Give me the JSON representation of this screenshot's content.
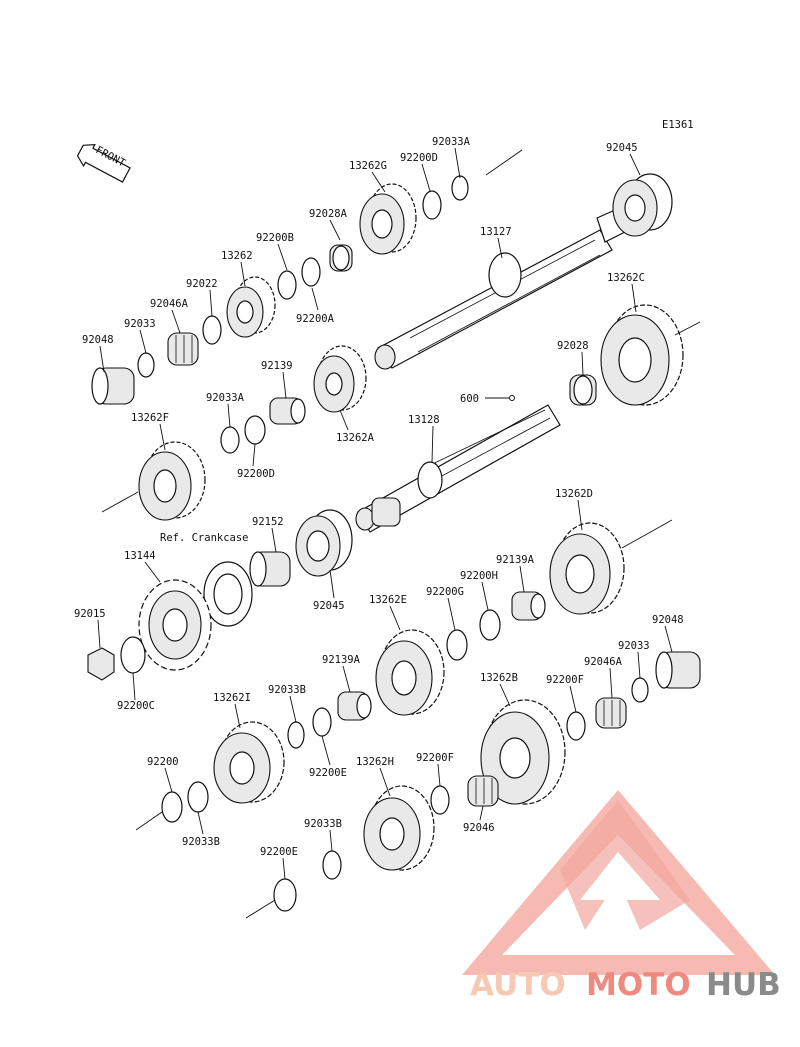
{
  "diagram_code": "E1361",
  "front_label": "FRONT",
  "ref_note": "Ref. Crankcase",
  "parts": {
    "p92033A_top": "92033A",
    "p92045_top": "92045",
    "p13262G": "13262G",
    "p92200D_top": "92200D",
    "p92028A": "92028A",
    "p13127": "13127",
    "p92200B": "92200B",
    "p13262": "13262",
    "p92022": "92022",
    "p13262C": "13262C",
    "p92046A_top": "92046A",
    "p92200A": "92200A",
    "p92033_top": "92033",
    "p92048_top": "92048",
    "p92028": "92028",
    "p92139": "92139",
    "p600": "600",
    "p92033A_mid": "92033A",
    "p13262F": "13262F",
    "p13262A": "13262A",
    "p13128": "13128",
    "p92200D_mid": "92200D",
    "p13262D": "13262D",
    "p92152": "92152",
    "p13144": "13144",
    "p92139A_right": "92139A",
    "p92200H": "92200H",
    "p92045_mid": "92045",
    "p13262E": "13262E",
    "p92200G": "92200G",
    "p92048_right": "92048",
    "p92015": "92015",
    "p92033_right": "92033",
    "p92046A_right": "92046A",
    "p92200C": "92200C",
    "p92139A_mid": "92139A",
    "p13262B": "13262B",
    "p92200F_top": "92200F",
    "p13262I": "13262I",
    "p92033B_mid": "92033B",
    "p92200": "92200",
    "p92200E_mid": "92200E",
    "p13262H": "13262H",
    "p92200F_low": "92200F",
    "p92046": "92046",
    "p92033B_low": "92033B",
    "p92033B_bottom": "92033B",
    "p92200E_bottom": "92200E"
  },
  "watermark": {
    "part1": "AUTO",
    "part2": "MOTO",
    "part3": "HUB",
    "color_light": "#f6c9b2",
    "color_mid": "#f08a80",
    "color_dark": "#8a8a8a"
  }
}
